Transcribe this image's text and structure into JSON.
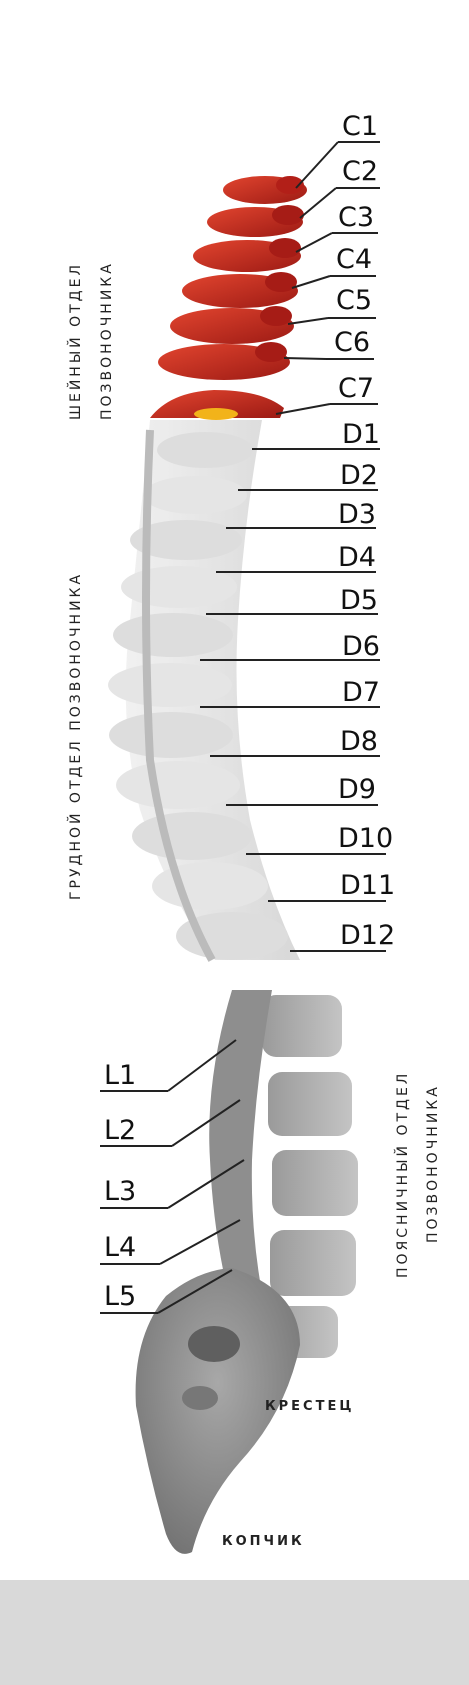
{
  "colors": {
    "background": "#ffffff",
    "cervical": "#c7261f",
    "cervical_dark": "#8f1712",
    "thoracic": "#e6e6e6",
    "lumbar": "#a9a9a9",
    "sacrum": "#8c8c8c",
    "footer_band": "#d9d9d9",
    "ink": "#111111"
  },
  "regions": {
    "cervical": {
      "line1": "ШЕЙНЫЙ ОТДЕЛ",
      "line2": "ПОЗВОНОЧНИКА"
    },
    "thoracic": {
      "label": "ГРУДНОЙ ОТДЕЛ ПОЗВОНОЧНИКА"
    },
    "lumbar": {
      "line1": "ПОЯСНИЧНЫЙ ОТДЕЛ",
      "line2": "ПОЗВОНОЧНИКА"
    },
    "sacrum": {
      "label": "КРЕСТЕЦ"
    },
    "coccyx": {
      "label": "КОПЧИК"
    }
  },
  "vertebrae": {
    "cervical": [
      "C1",
      "C2",
      "C3",
      "C4",
      "C5",
      "C6",
      "C7"
    ],
    "thoracic": [
      "D1",
      "D2",
      "D3",
      "D4",
      "D5",
      "D6",
      "D7",
      "D8",
      "D9",
      "D10",
      "D11",
      "D12"
    ],
    "lumbar": [
      "L1",
      "L2",
      "L3",
      "L4",
      "L5"
    ]
  }
}
